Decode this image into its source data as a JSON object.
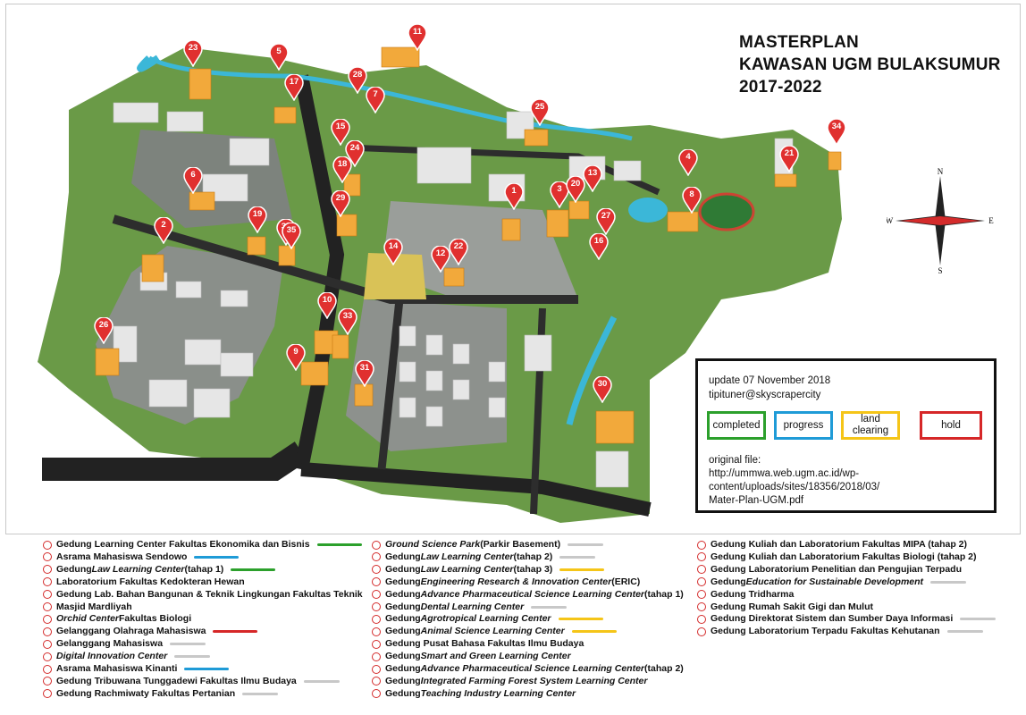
{
  "title": {
    "line1": "MASTERPLAN",
    "line2": "KAWASAN UGM BULAKSUMUR",
    "line3": "2017-2022"
  },
  "compass": {
    "n": "N",
    "s": "S",
    "e": "E",
    "w": "W"
  },
  "legend": {
    "update": "update 07 November 2018",
    "author": "tipituner@skyscrapercity",
    "completed": "completed",
    "progress": "progress",
    "land_clearing": "land clearing",
    "hold": "hold",
    "source_label": "original file:",
    "source_line1": "http://ummwa.web.ugm.ac.id/wp-",
    "source_line2": "content/uploads/sites/18356/2018/03/",
    "source_line3": "Mater-Plan-UGM.pdf"
  },
  "colors": {
    "completed": "#2ca02c",
    "progress": "#1f9bd7",
    "land_clearing": "#f5c518",
    "hold": "#d62728",
    "planned": "#c8c8c8",
    "marker": "#e0302f",
    "building_new": "#f2a93b",
    "green": "#6a9a47",
    "water": "#3bb7d8"
  },
  "markers": [
    "1",
    "2",
    "3",
    "4",
    "5",
    "6",
    "7",
    "8",
    "9",
    "10",
    "11",
    "12",
    "13",
    "14",
    "15",
    "16",
    "17",
    "18",
    "19",
    "20",
    "21",
    "22",
    "23",
    "24",
    "25",
    "26",
    "27",
    "28",
    "29",
    "30",
    "31",
    "32",
    "33",
    "34",
    "35"
  ],
  "buildings": [
    {
      "prefix": "Gedung Learning Center Fakultas Ekonomika dan Bisnis",
      "em": "",
      "suffix": "",
      "status": "completed"
    },
    {
      "prefix": "Asrama Mahasiswa Sendowo",
      "em": "",
      "suffix": "",
      "status": "progress"
    },
    {
      "prefix": "Gedung ",
      "em": "Law Learning Center",
      "suffix": " (tahap 1)",
      "status": "completed"
    },
    {
      "prefix": "Laboratorium Fakultas Kedokteran Hewan",
      "em": "",
      "suffix": "",
      "status": ""
    },
    {
      "prefix": "Gedung Lab. Bahan Bangunan & Teknik Lingkungan Fakultas Teknik",
      "em": "",
      "suffix": "",
      "status": ""
    },
    {
      "prefix": "Masjid Mardliyah",
      "em": "",
      "suffix": "",
      "status": ""
    },
    {
      "prefix": "",
      "em": "Orchid Center",
      "suffix": " Fakultas Biologi",
      "status": ""
    },
    {
      "prefix": "Gelanggang Olahraga Mahasiswa",
      "em": "",
      "suffix": "",
      "status": "hold"
    },
    {
      "prefix": "Gelanggang Mahasiswa",
      "em": "",
      "suffix": "",
      "status": "planned"
    },
    {
      "prefix": "",
      "em": "Digital Innovation Center",
      "suffix": "",
      "status": "planned"
    },
    {
      "prefix": "Asrama Mahasiswa Kinanti",
      "em": "",
      "suffix": "",
      "status": "progress"
    },
    {
      "prefix": "Gedung Tribuwana Tunggadewi Fakultas Ilmu Budaya",
      "em": "",
      "suffix": "",
      "status": "planned"
    },
    {
      "prefix": "Gedung Rachmiwaty Fakultas Pertanian",
      "em": "",
      "suffix": "",
      "status": "planned"
    },
    {
      "prefix": "",
      "em": "Ground Science Park",
      "suffix": " (Parkir Basement)",
      "status": "planned"
    },
    {
      "prefix": "Gedung ",
      "em": "Law Learning Center",
      "suffix": " (tahap 2)",
      "status": "planned"
    },
    {
      "prefix": "Gedung ",
      "em": "Law Learning Center",
      "suffix": " (tahap 3)",
      "status": "land_clearing"
    },
    {
      "prefix": "Gedung ",
      "em": "Engineering Research & Innovation Center",
      "suffix": " (ERIC)",
      "status": ""
    },
    {
      "prefix": "Gedung ",
      "em": "Advance Pharmaceutical Science Learning Center",
      "suffix": " (tahap 1)",
      "status": ""
    },
    {
      "prefix": "Gedung ",
      "em": "Dental Learning Center",
      "suffix": "",
      "status": "planned"
    },
    {
      "prefix": "Gedung ",
      "em": "Agrotropical Learning Center",
      "suffix": "",
      "status": "land_clearing"
    },
    {
      "prefix": "Gedung ",
      "em": "Animal Science Learning Center",
      "suffix": "",
      "status": "land_clearing"
    },
    {
      "prefix": "Gedung Pusat Bahasa Fakultas Ilmu Budaya",
      "em": "",
      "suffix": "",
      "status": ""
    },
    {
      "prefix": "Gedung ",
      "em": "Smart and Green Learning Center",
      "suffix": "",
      "status": ""
    },
    {
      "prefix": "Gedung ",
      "em": "Advance Pharmaceutical Science Learning Center",
      "suffix": " (tahap 2)",
      "status": ""
    },
    {
      "prefix": "Gedung ",
      "em": "Integrated Farming Forest System Learning Center",
      "suffix": "",
      "status": ""
    },
    {
      "prefix": "Gedung ",
      "em": "Teaching Industry Learning Center",
      "suffix": "",
      "status": ""
    },
    {
      "prefix": "Gedung Kuliah dan Laboratorium Fakultas MIPA (tahap 2)",
      "em": "",
      "suffix": "",
      "status": ""
    },
    {
      "prefix": "Gedung Kuliah dan Laboratorium Fakultas Biologi (tahap 2)",
      "em": "",
      "suffix": "",
      "status": ""
    },
    {
      "prefix": "Gedung Laboratorium Penelitian dan Pengujian Terpadu",
      "em": "",
      "suffix": "",
      "status": ""
    },
    {
      "prefix": "Gedung ",
      "em": "Education for Sustainable Development",
      "suffix": "",
      "status": "planned"
    },
    {
      "prefix": "Gedung Tridharma",
      "em": "",
      "suffix": "",
      "status": ""
    },
    {
      "prefix": "Gedung Rumah Sakit Gigi dan Mulut",
      "em": "",
      "suffix": "",
      "status": ""
    },
    {
      "prefix": "Gedung Direktorat Sistem dan Sumber Daya Informasi",
      "em": "",
      "suffix": "",
      "status": "planned"
    },
    {
      "prefix": "Gedung Laboratorium Terpadu Fakultas Kehutanan",
      "em": "",
      "suffix": "",
      "status": "planned"
    }
  ]
}
